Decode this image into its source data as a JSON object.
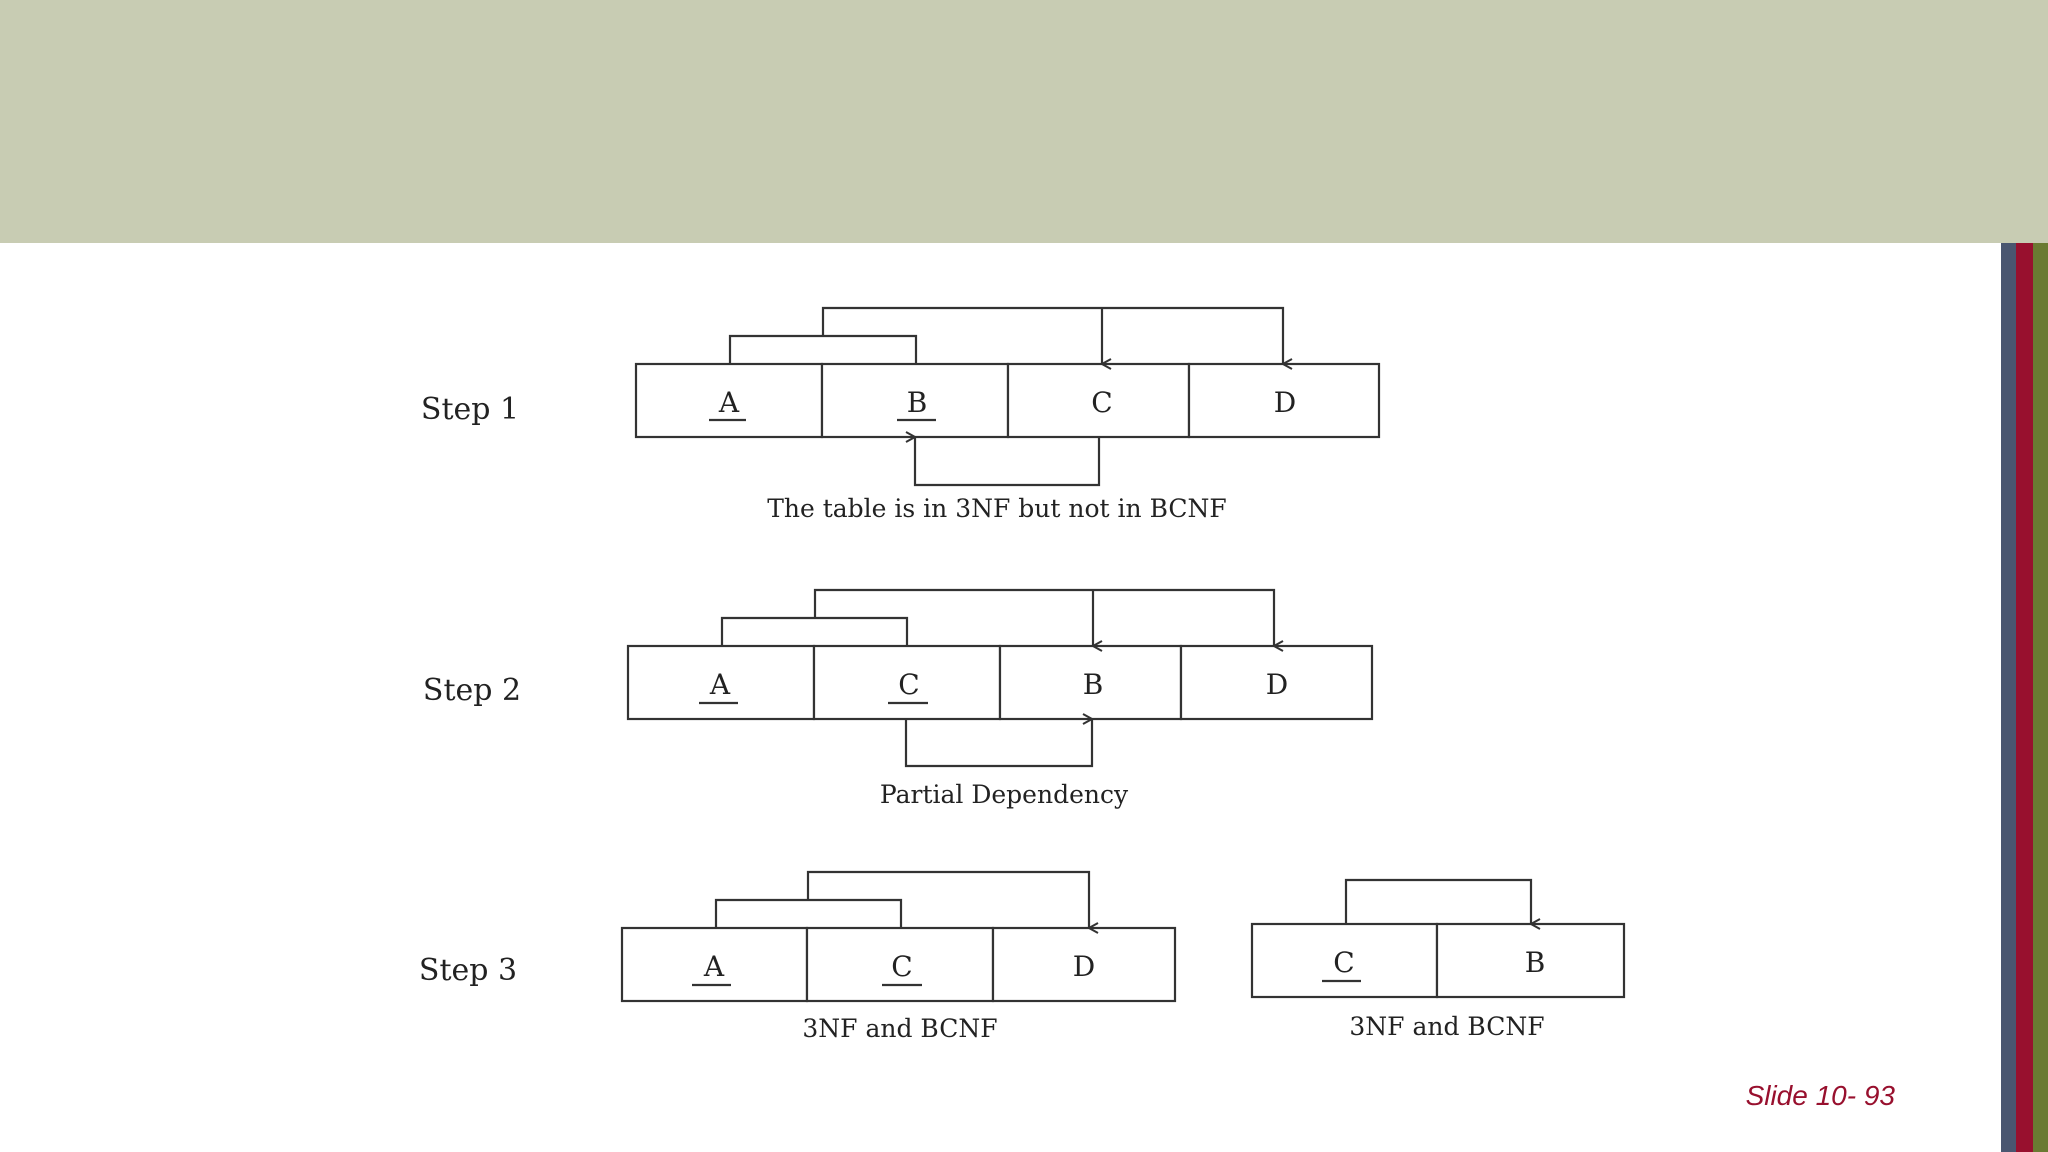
{
  "slide_number": "Slide 10- 93",
  "steps": [
    {
      "label": "Step 1",
      "caption": "The table is in 3NF but not in BCNF",
      "tables": [
        {
          "attributes": [
            "A",
            "B",
            "C",
            "D"
          ],
          "keys": [
            "A",
            "B"
          ]
        }
      ]
    },
    {
      "label": "Step 2",
      "caption": "Partial Dependency",
      "tables": [
        {
          "attributes": [
            "A",
            "C",
            "B",
            "D"
          ],
          "keys": [
            "A",
            "C"
          ]
        }
      ]
    },
    {
      "label": "Step 3",
      "tables": [
        {
          "attributes": [
            "A",
            "C",
            "D"
          ],
          "keys": [
            "A",
            "C"
          ],
          "caption": "3NF and BCNF"
        },
        {
          "attributes": [
            "C",
            "B"
          ],
          "keys": [
            "C"
          ],
          "caption": "3NF and BCNF"
        }
      ]
    }
  ],
  "colors": {
    "header": "#c8ccb3",
    "stripe_blue": "#4a5670",
    "stripe_red": "#98102e",
    "stripe_green": "#6a7a32",
    "slide_number": "#98102e"
  }
}
